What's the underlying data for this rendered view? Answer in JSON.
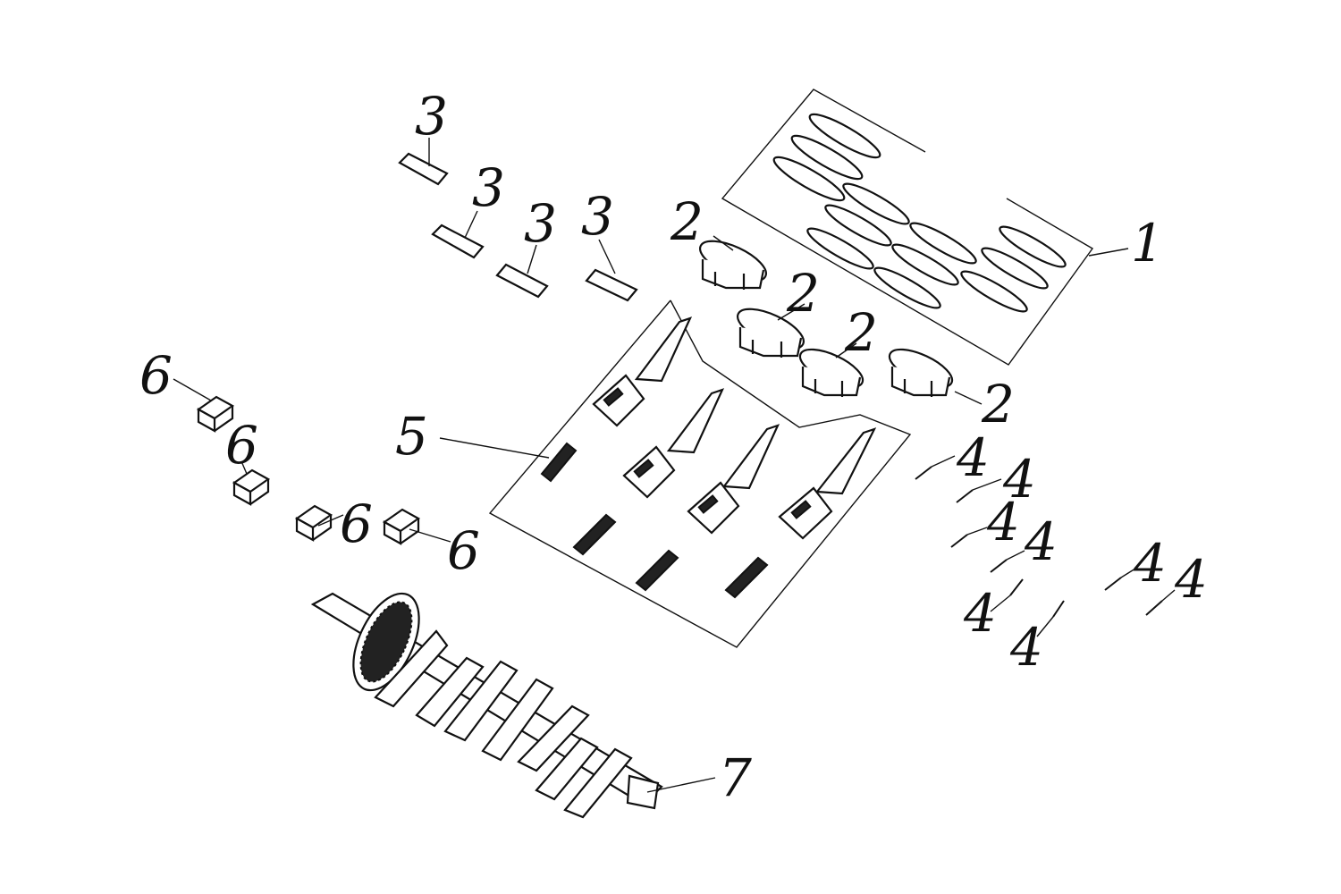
{
  "callouts": {
    "ring_set": "1",
    "piston_a": "2",
    "piston_b": "2",
    "piston_c": "2",
    "piston_d": "2",
    "pin_clip_a": "3",
    "pin_clip_b": "3",
    "pin_clip_c": "3",
    "pin_clip_d": "3",
    "bolt_a": "4",
    "bolt_b": "4",
    "bolt_c": "4",
    "bolt_d": "4",
    "bolt_e": "4",
    "bolt_f": "4",
    "bolt_g": "4",
    "bolt_h": "4",
    "connecting_rod_set": "5",
    "bearing_a": "6",
    "bearing_b": "6",
    "bearing_c": "6",
    "bearing_d": "6",
    "crankshaft": "7"
  }
}
